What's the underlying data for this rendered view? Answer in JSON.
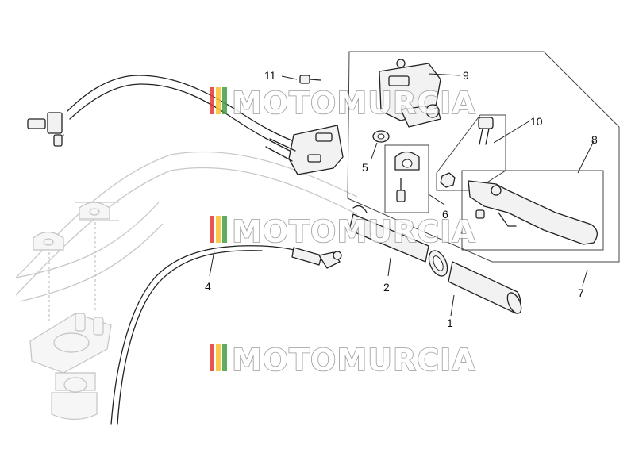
{
  "watermark": {
    "text": "MOTOMURCIA",
    "stripe_colors": [
      "#e53935",
      "#fbc02d",
      "#43a047"
    ]
  },
  "callouts": [
    {
      "id": "1",
      "label": "1"
    },
    {
      "id": "2",
      "label": "2"
    },
    {
      "id": "4",
      "label": "4"
    },
    {
      "id": "5",
      "label": "5"
    },
    {
      "id": "6",
      "label": "6"
    },
    {
      "id": "7",
      "label": "7"
    },
    {
      "id": "8",
      "label": "8"
    },
    {
      "id": "9",
      "label": "9"
    },
    {
      "id": "10",
      "label": "10"
    },
    {
      "id": "11",
      "label": "11"
    }
  ]
}
